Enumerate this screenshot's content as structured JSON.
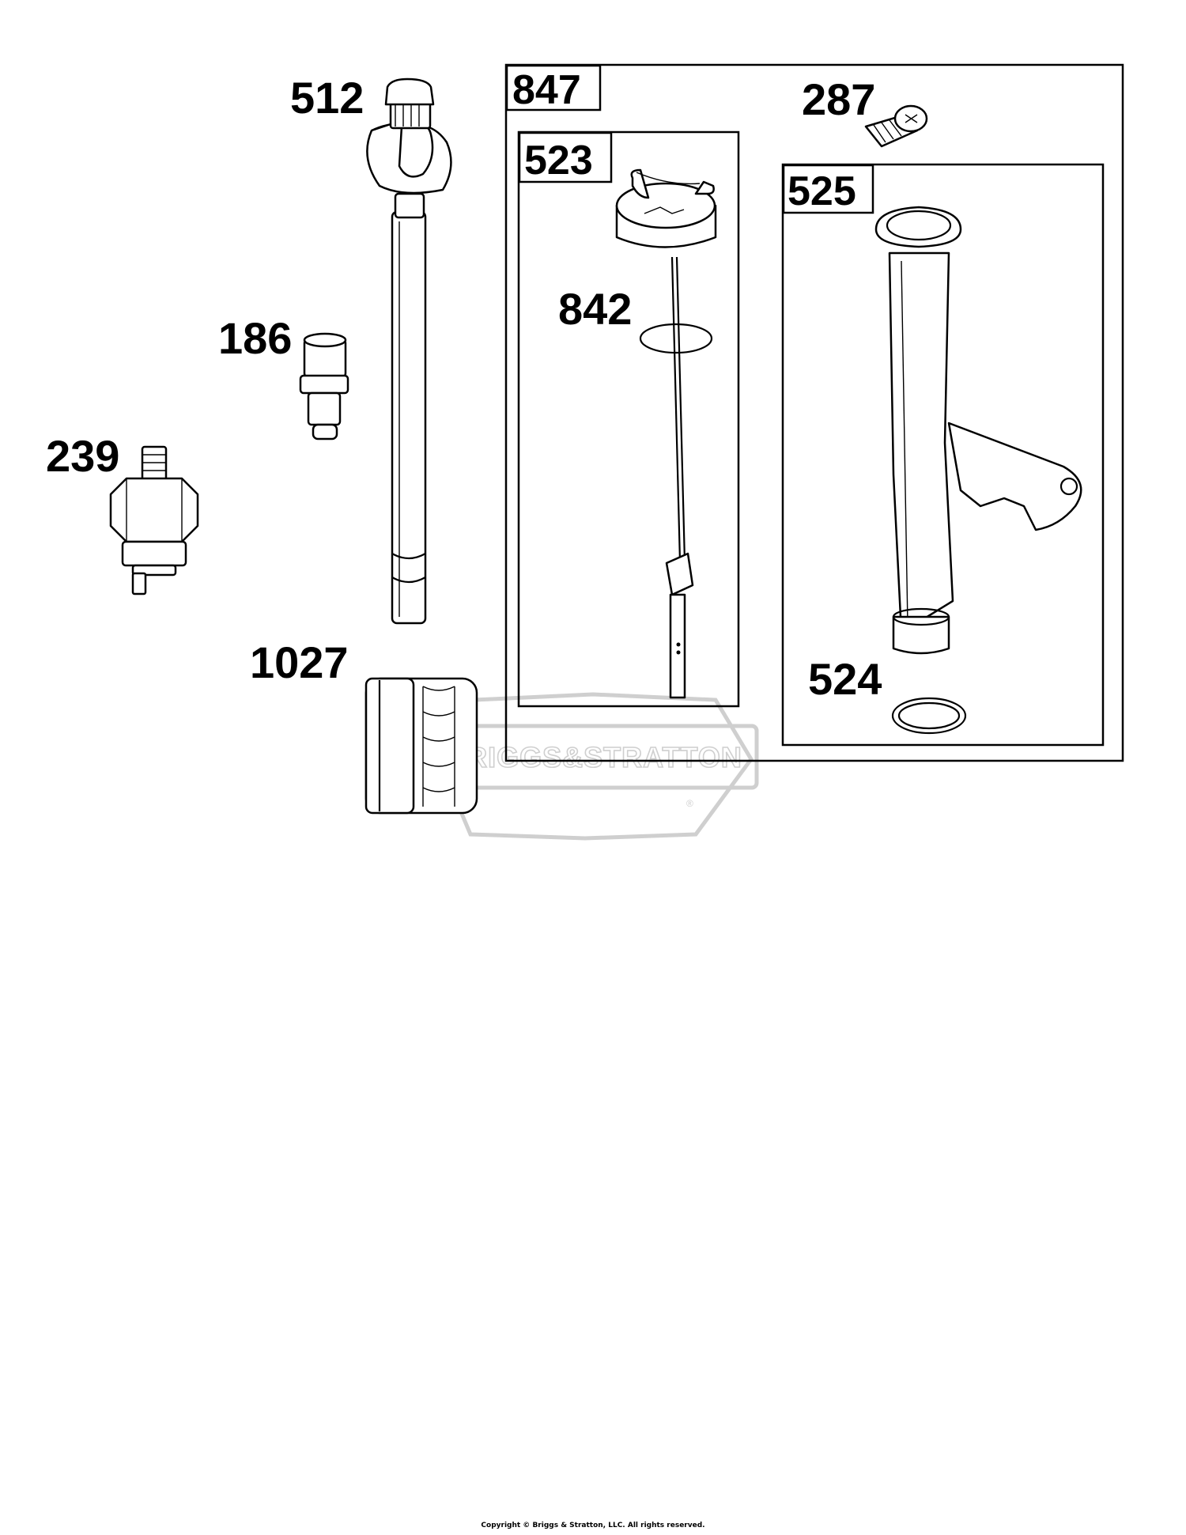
{
  "diagram": {
    "labels": {
      "p512": "512",
      "p186": "186",
      "p239": "239",
      "p1027": "1027",
      "p847": "847",
      "p523": "523",
      "p842": "842",
      "p287": "287",
      "p525": "525",
      "p524": "524"
    },
    "watermark": "BRIGGS&STRATTON",
    "watermark_mark": "®"
  },
  "footer": {
    "copyright": "Copyright © Briggs & Stratton, LLC. All rights reserved."
  }
}
